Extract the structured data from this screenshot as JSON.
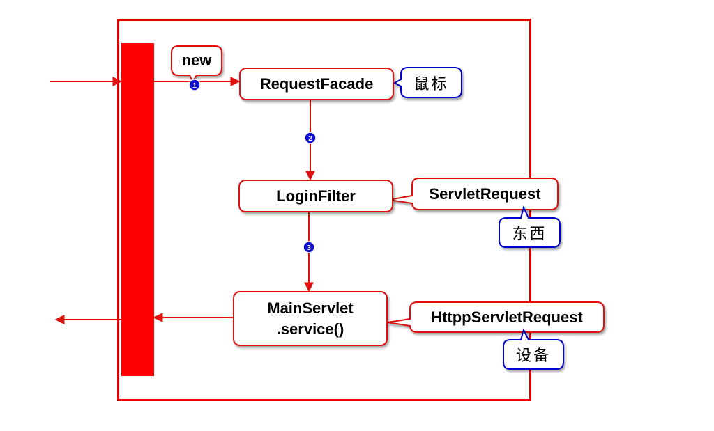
{
  "diagram": {
    "nodes": {
      "request_facade": "RequestFacade",
      "login_filter": "LoginFilter",
      "main_servlet": "MainServlet\n.service()"
    },
    "callouts": {
      "new_label": "new",
      "servlet_request": "ServletRequest",
      "http_servlet_request": "HttppServletRequest",
      "note_mouse": "鼠标",
      "note_thing": "东西",
      "note_device": "设备"
    },
    "steps": [
      "1",
      "2",
      "3"
    ],
    "colors": {
      "primary_red": "#e60000",
      "bar_red": "#ff0000",
      "note_blue": "#0000cc",
      "step_badge_blue": "#1010d0"
    }
  }
}
